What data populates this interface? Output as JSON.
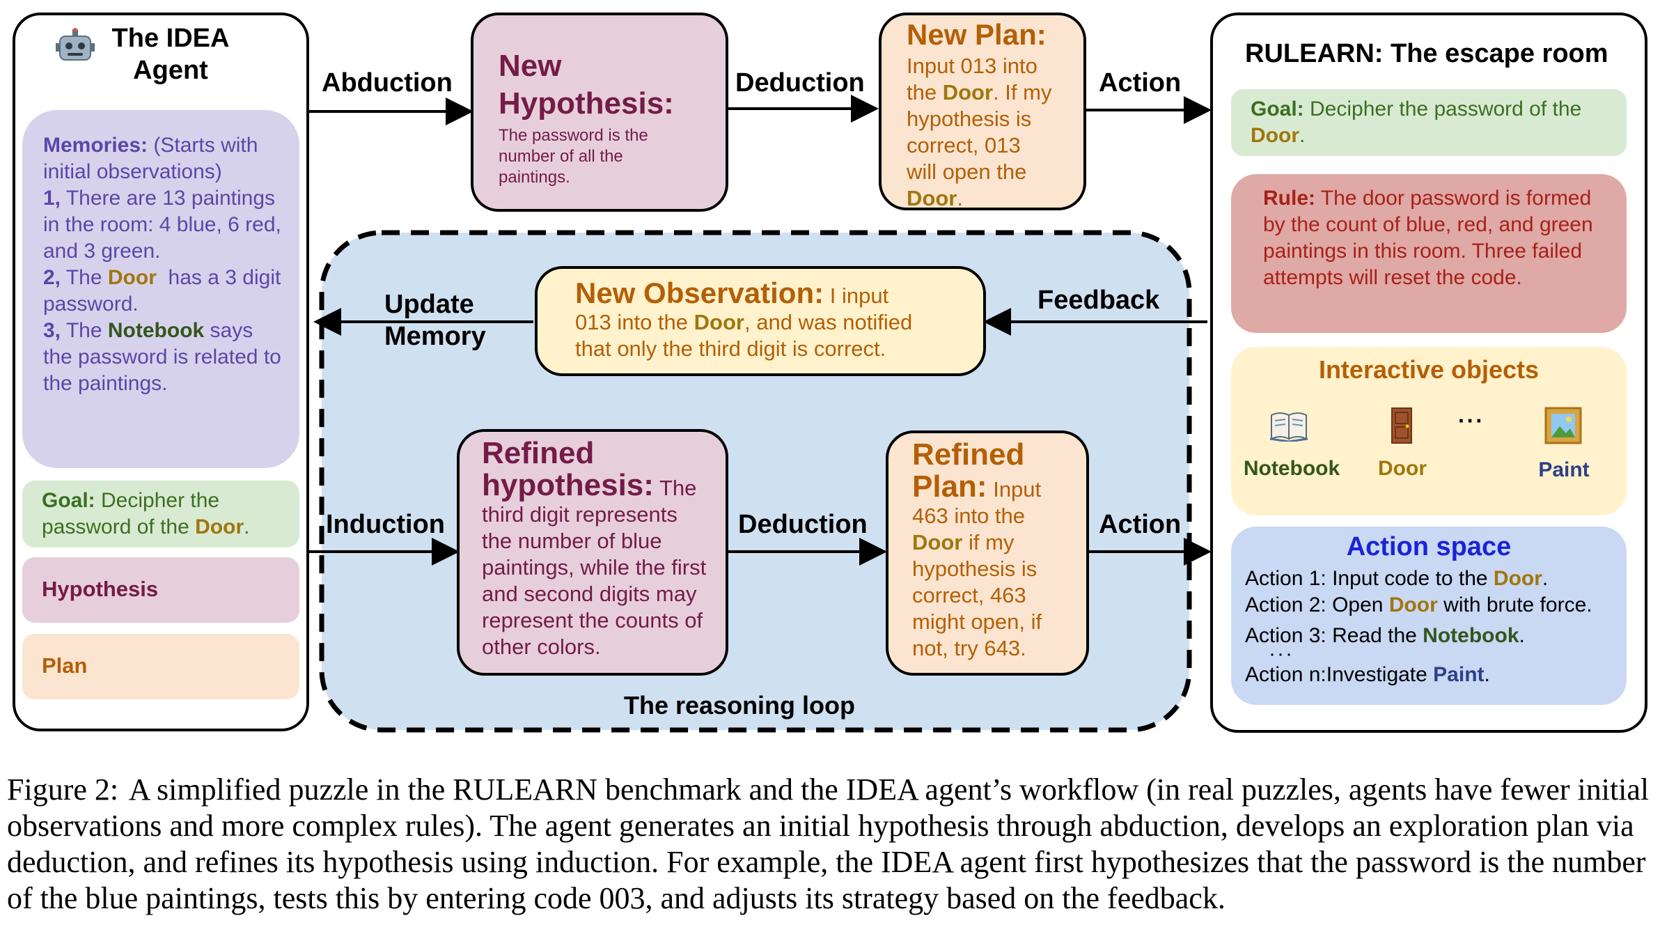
{
  "agent": {
    "title": "The IDEA Agent",
    "memories": {
      "label": "Memories:",
      "intro": "(Starts with initial observations)",
      "items": [
        {
          "num": "1,",
          "text": "There are 13 paintings in the room: 4 blue, 6 red, and 3 green."
        },
        {
          "num": "2,",
          "pre": "The",
          "obj": "Door",
          "post": "has a 3 digit password."
        },
        {
          "num": "3,",
          "pre": "The",
          "obj": "Notebook",
          "post": "says the password is related to the paintings."
        }
      ]
    },
    "goal": {
      "label": "Goal:",
      "text": "Decipher the password of the",
      "obj": "Door",
      "end": "."
    },
    "hypothesis_label": "Hypothesis",
    "plan_label": "Plan"
  },
  "flow": {
    "abduction": "Abduction",
    "deduction_top": "Deduction",
    "action_top": "Action",
    "feedback": "Feedback",
    "update_memory_1": "Update",
    "update_memory_2": "Memory",
    "induction": "Induction",
    "deduction_bottom": "Deduction",
    "action_bottom": "Action",
    "loop_label": "The reasoning loop"
  },
  "new_hypothesis": {
    "title_1": "New",
    "title_2": "Hypothesis:",
    "text": "The password is the number of all the paintings."
  },
  "new_plan": {
    "title": "New Plan:",
    "line1": "Input 013 into",
    "line2_pre": "the",
    "obj": "Door",
    "line2_post": ". If my",
    "line3": "hypothesis is",
    "line4": "correct, 013",
    "line5": "will open the",
    "obj2": "Door",
    "end": "."
  },
  "new_observation": {
    "title": "New Observation:",
    "text1": "I input",
    "text2_pre": "013 into the",
    "obj": "Door",
    "text2_post": ", and was notified",
    "text3": "that only the third digit is correct."
  },
  "refined_hypothesis": {
    "title_1": "Refined",
    "title_2": "hypothesis:",
    "text_first": "The",
    "lines": [
      "third digit represents",
      "the number of blue",
      "paintings, while the first",
      "and second digits may",
      "represent the counts of",
      "other colors."
    ]
  },
  "refined_plan": {
    "title_1": "Refined",
    "title_2": "Plan:",
    "text_first": "Input",
    "line1": "463 into the",
    "obj": "Door",
    "line2_post": "if my",
    "lines": [
      "hypothesis is",
      "correct, 463",
      "might open, if",
      "not, try 643."
    ]
  },
  "env": {
    "title": "RULEARN: The escape room",
    "goal": {
      "label": "Goal:",
      "text": "Decipher the password of the",
      "obj": "Door",
      "end": "."
    },
    "rule": {
      "label": "Rule:",
      "text": "The door password is formed by the count of blue, red, and green paintings in this room. Three failed attempts will reset the code."
    },
    "objects": {
      "title": "Interactive objects",
      "items": [
        "Notebook",
        "Door",
        "Paint"
      ],
      "ellipsis": "···"
    },
    "action_space": {
      "title": "Action space",
      "a1_pre": "Action 1: Input code to the",
      "a1_obj": "Door",
      "a1_end": ".",
      "a2_pre": "Action 2: Open",
      "a2_obj": "Door",
      "a2_end": "with brute force.",
      "a3_pre": "Action 3: Read the",
      "a3_obj": "Notebook",
      "a3_end": ".",
      "dots": "···",
      "an_pre": "Action n:Investigate",
      "an_obj": "Paint",
      "an_end": "."
    }
  },
  "caption": {
    "label": "Figure 2:",
    "text": "A simplified puzzle in the RULEARN benchmark and the IDEA agent’s workflow (in real puzzles, agents have fewer initial observations and more complex rules). The agent generates an initial hypothesis through abduction, develops an exploration plan via deduction, and refines its hypothesis using induction. For example, the IDEA agent first hypothesizes that the password is the number of the blue paintings, tests this by entering code 003, and adjusts its strategy based on the feedback."
  },
  "colors": {
    "memories_bg": "#d7d2ec",
    "memories_text": "#5a47a6",
    "goal_bg": "#d9ead3",
    "goal_text": "#3b6f21",
    "hypothesis_bg": "#e6cfdb",
    "hypothesis_text": "#741b47",
    "plan_bg": "#fbe5d0",
    "plan_text": "#b45f06",
    "observation_bg": "#fff2cc",
    "observation_text": "#b45f06",
    "loop_bg": "#cfe0f1",
    "rule_bg": "#dfa9a5",
    "rule_text": "#a8201a",
    "objects_bg": "#fff2cc",
    "action_bg": "#c9d8f3",
    "action_title": "#1a23d8"
  }
}
